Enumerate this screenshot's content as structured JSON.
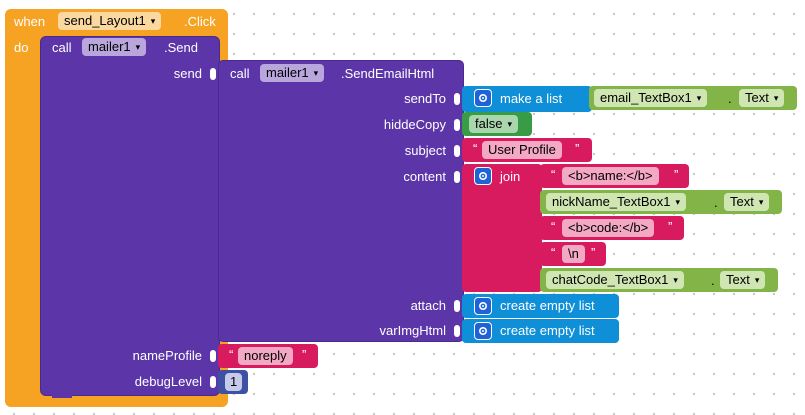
{
  "event_block": {
    "when_label": "when",
    "component": "send_Layout1",
    "event": ".Click",
    "do_label": "do"
  },
  "send_call": {
    "call_label": "call",
    "component": "mailer1",
    "method": ".Send",
    "send_socket_label": "send",
    "nameProfile_label": "nameProfile",
    "nameProfile_value": "noreply",
    "debugLevel_label": "debugLevel",
    "debugLevel_value": "1"
  },
  "html_call": {
    "call_label": "call",
    "component": "mailer1",
    "method": ".SendEmailHtml",
    "sendTo_label": "sendTo",
    "hiddeCopy_label": "hiddeCopy",
    "subject_label": "subject",
    "content_label": "content",
    "attach_label": "attach",
    "varImgHtml_label": "varImgHtml"
  },
  "sendTo_block": {
    "make_list_label": "make a list",
    "component": "email_TextBox1",
    "dot": ".",
    "property": "Text"
  },
  "hiddeCopy_value": "false",
  "subject_value": "User Profile",
  "content_join": {
    "join_label": "join",
    "item1": "<b>name:</b>",
    "item2_component": "nickName_TextBox1",
    "item2_property": "Text",
    "item3": "<b>code:</b>",
    "item4": "\\n",
    "item5_component": "chatCode_TextBox1",
    "item5_property": "Text",
    "dot": "."
  },
  "attach_value": "create empty list",
  "varImgHtml_value": "create empty list",
  "colors": {
    "event_orange": "#f6a223",
    "purple_call": "#5c36a8",
    "pink_text": "#d81b5e",
    "green_component": "#82b447",
    "blue_list": "#0e8fd8",
    "green_logic": "#389c46",
    "navy_math": "#3f51a5"
  },
  "icons": [
    "dropdown-arrow-icon",
    "gear-icon",
    "left-quote-icon",
    "right-quote-icon"
  ]
}
